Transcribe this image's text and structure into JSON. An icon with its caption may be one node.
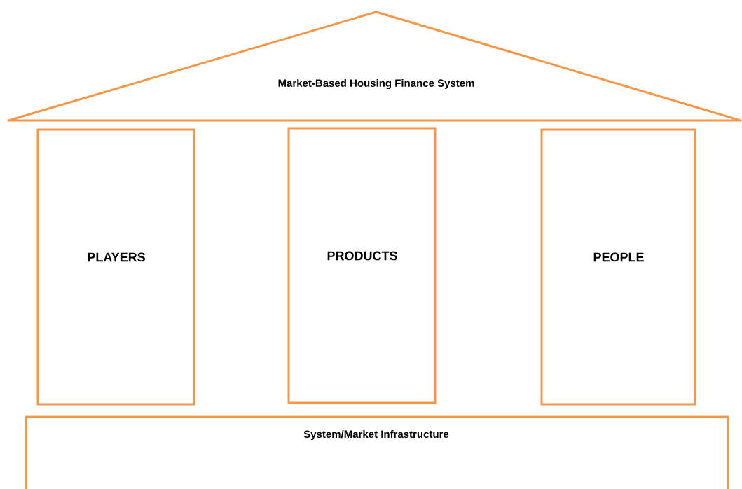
{
  "diagram": {
    "nodes": [
      {
        "text": [
          "Market-Based Housing Finance System"
        ]
      },
      {
        "text": [
          "PLAYERS"
        ]
      },
      {
        "text": [
          "PRODUCTS"
        ]
      },
      {
        "text": [
          "PEOPLE"
        ]
      },
      {
        "text": [
          "System/Market Infrastructure"
        ]
      }
    ]
  }
}
